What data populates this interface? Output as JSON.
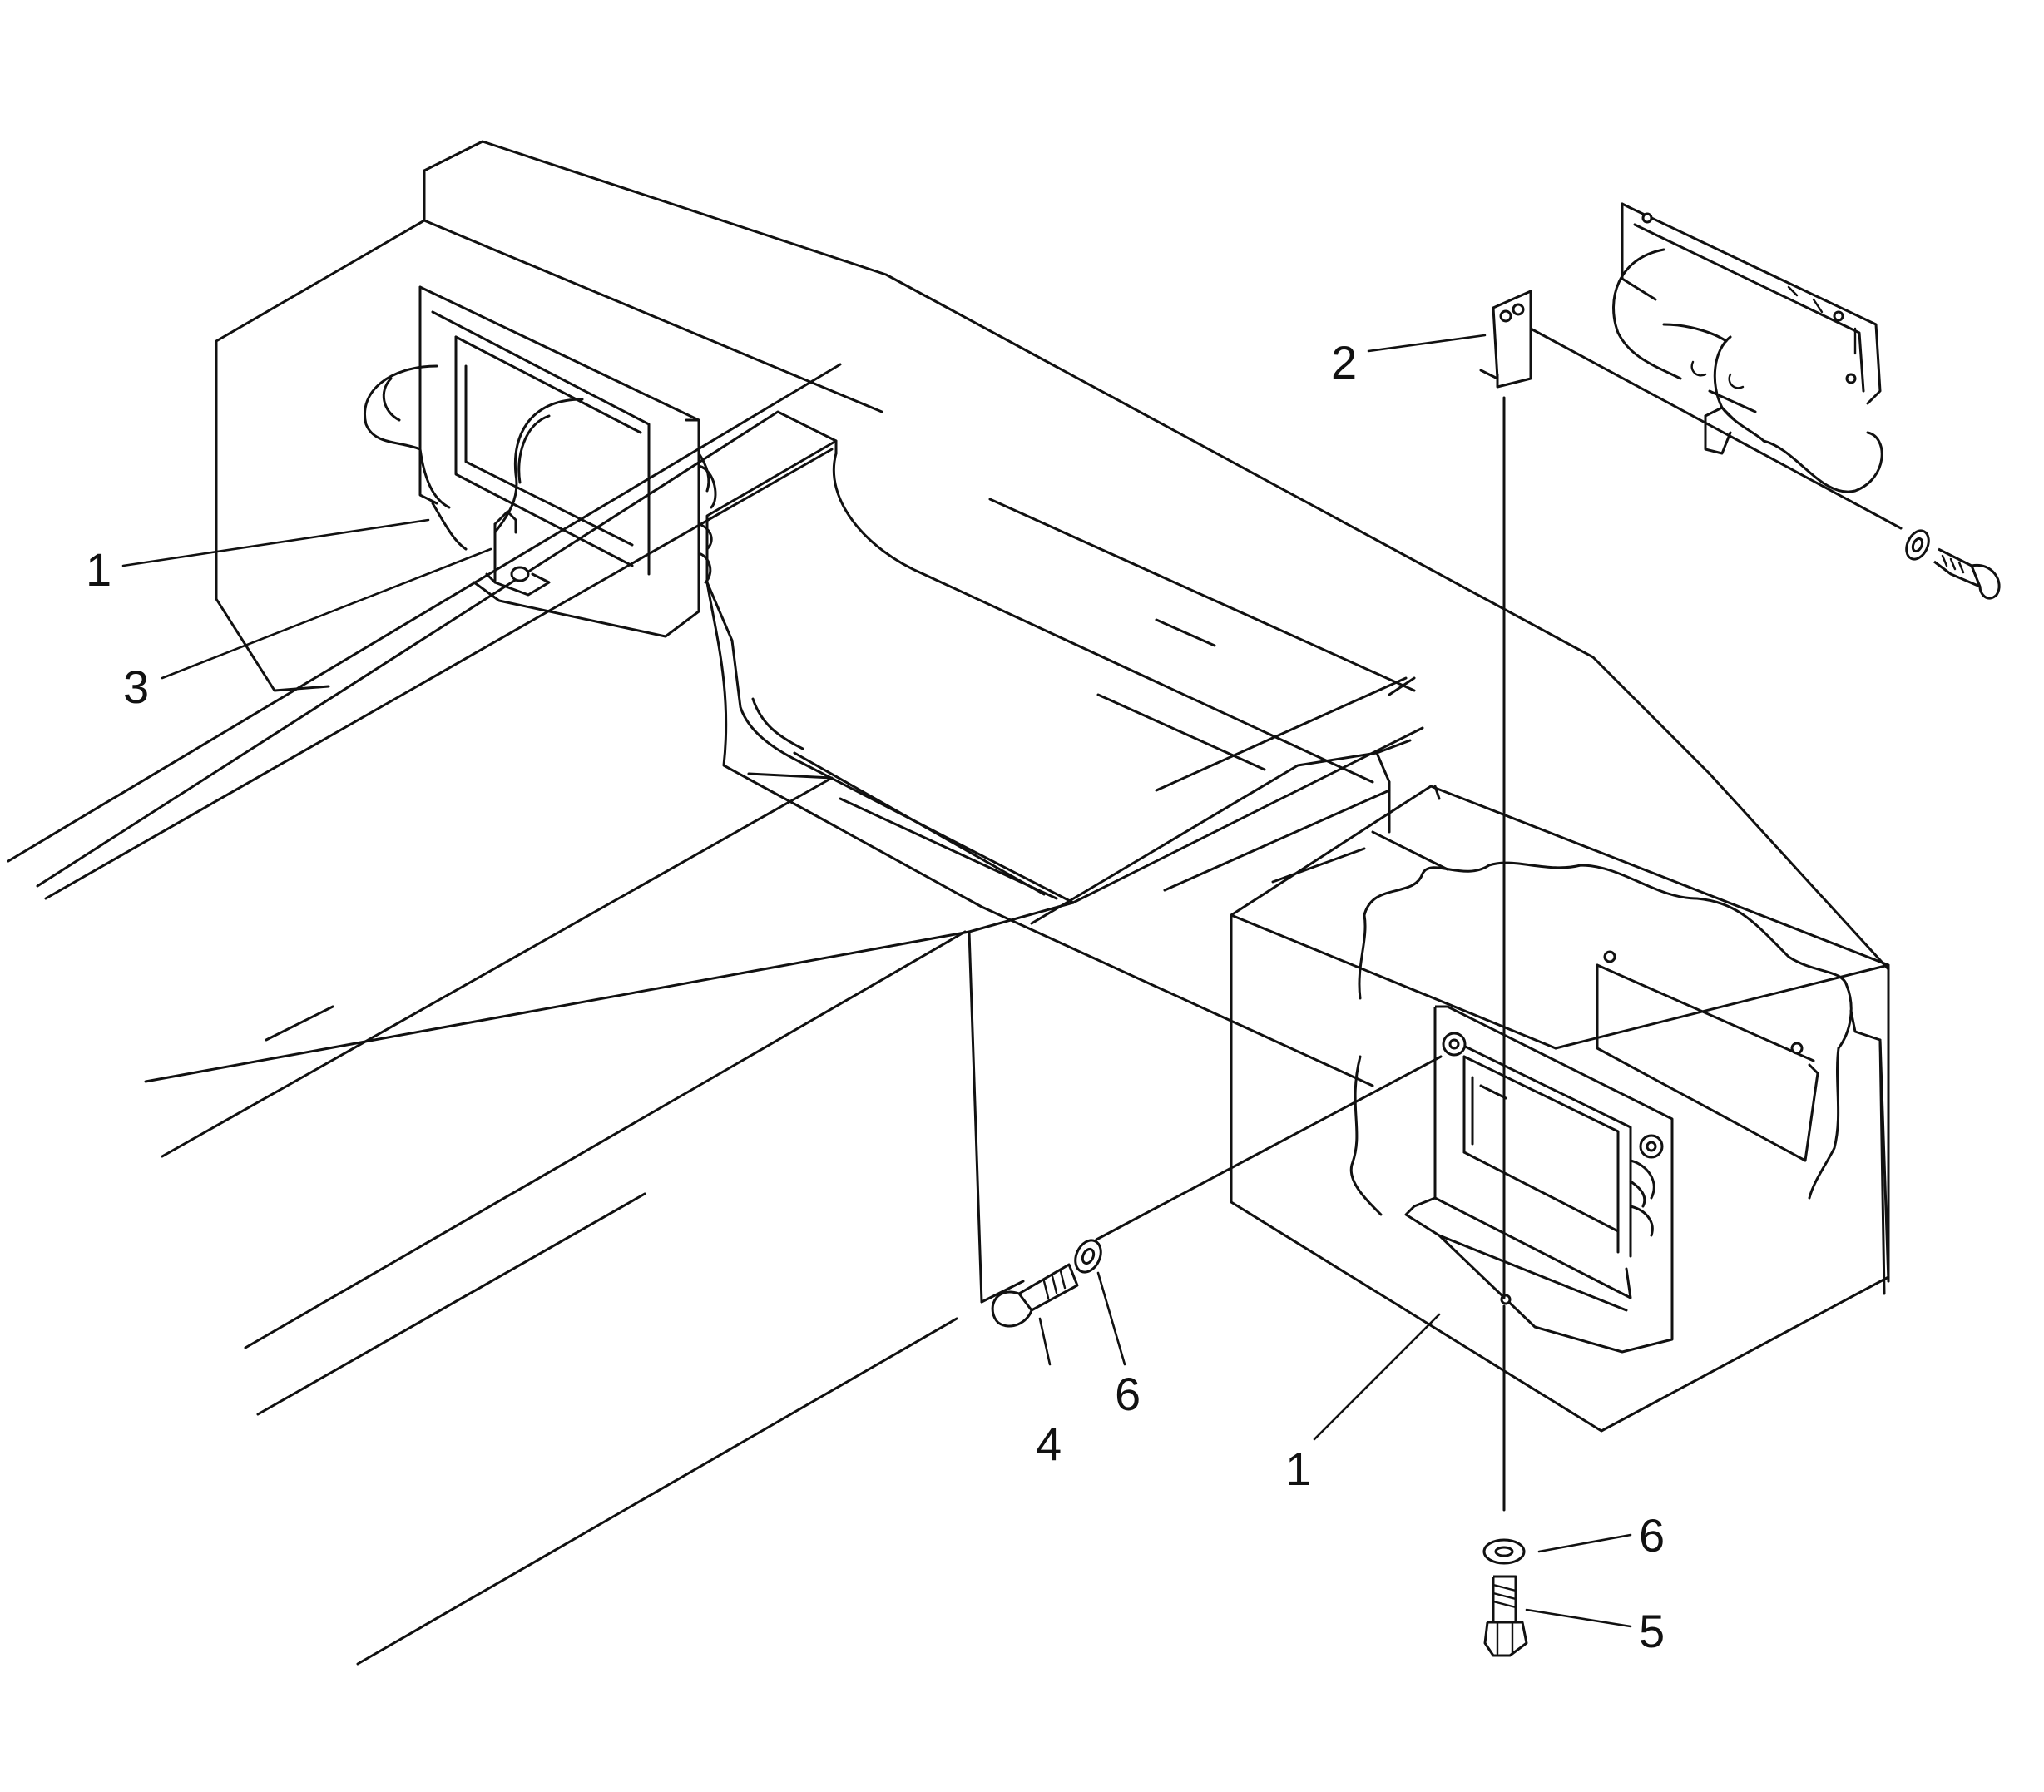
{
  "callouts": {
    "c1_left": "1",
    "c2": "2",
    "c3": "3",
    "c4": "4",
    "c6_mid": "6",
    "c1_right": "1",
    "c6_bottom": "6",
    "c5": "5"
  },
  "colors": {
    "line": "#111111",
    "background": "#ffffff"
  }
}
